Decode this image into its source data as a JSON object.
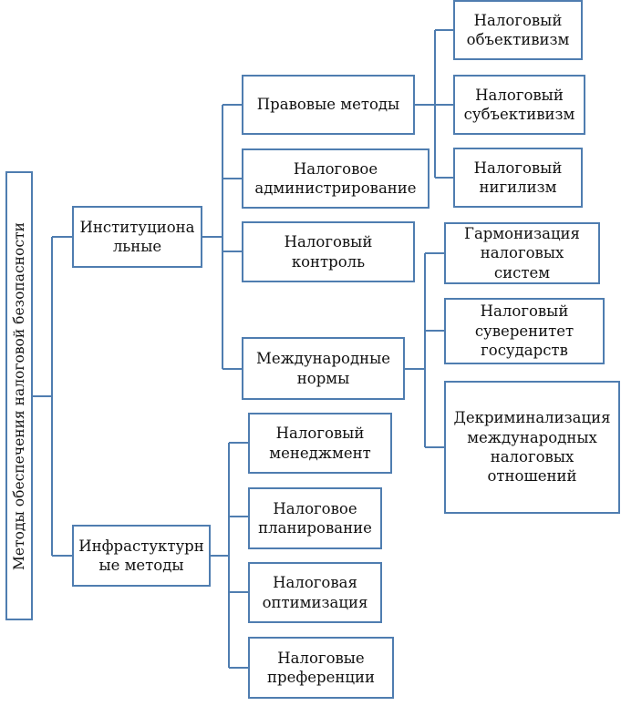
{
  "root": {
    "label": "Методы обеспечения налоговой безопасности"
  },
  "level1": {
    "institutional": "Институциона\nльные",
    "infrastructure": "Инфрастуктурн\nые методы"
  },
  "level2": {
    "legal": "Правовые методы",
    "administration": "Налоговое\nадминистрирование",
    "control": "Налоговый\nконтроль",
    "international": "Международные\nнормы",
    "management": "Налоговый\nменеджмент",
    "planning": "Налоговое\nпланирование",
    "optimization": "Налоговая\nоптимизация",
    "preferences": "Налоговые\nпреференции"
  },
  "level3": {
    "objectivism": "Налоговый\nобъективизм",
    "subjectivism": "Налоговый\nсубъективизм",
    "nihilism": "Налоговый\nнигилизм",
    "harmonization": "Гармонизация\nналоговых\nсистем",
    "sovereignty": "Налоговый\nсуверенитет\nгосударств",
    "decriminalization": "Декриминализация\nмеждународных\nналоговых\nотношений"
  },
  "colors": {
    "border": "#4f7db0",
    "line": "#4f7db0"
  }
}
